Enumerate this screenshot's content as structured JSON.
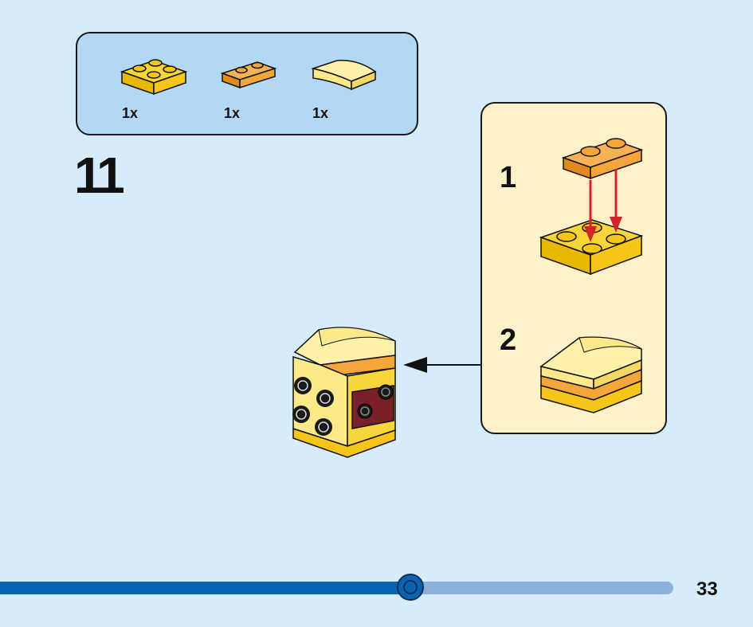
{
  "parts_list": {
    "items": [
      {
        "name": "2x2 yellow plate",
        "quantity": "1x",
        "color": "#f5c518"
      },
      {
        "name": "1x2 orange plate",
        "quantity": "1x",
        "color": "#f4a63a"
      },
      {
        "name": "curved light yellow slope",
        "quantity": "1x",
        "color": "#fde98a"
      }
    ]
  },
  "step": {
    "number": "11"
  },
  "substeps": [
    {
      "number": "1"
    },
    {
      "number": "2"
    }
  ],
  "progress": {
    "fraction": 0.61
  },
  "page": {
    "number": "33"
  },
  "colors": {
    "background": "#d6ecfa",
    "parts_box": "#b3d8f5",
    "substep_box": "#fdf1c9",
    "arrow_red": "#d2232a",
    "progress_fill": "#0a63b0",
    "progress_track": "#8ab0db"
  }
}
